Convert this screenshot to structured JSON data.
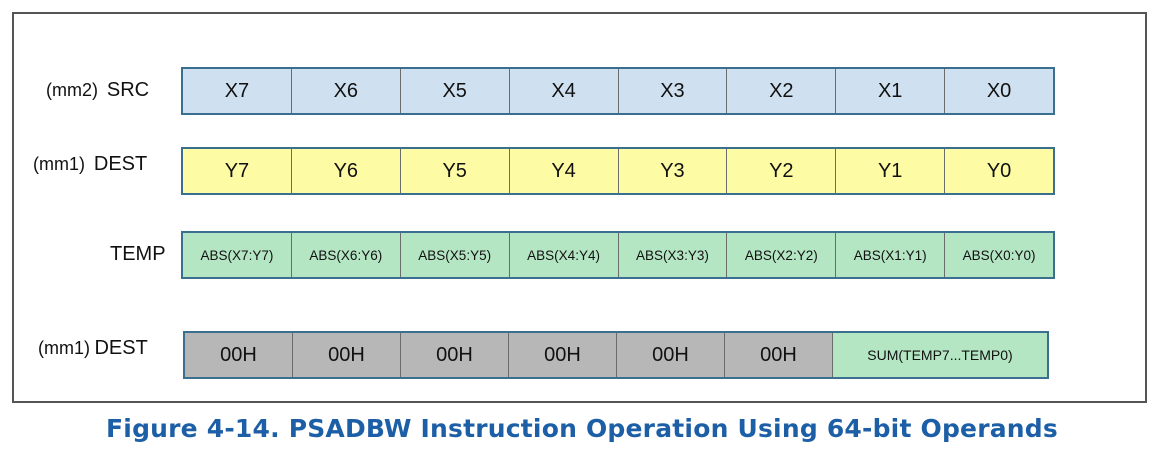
{
  "rows": {
    "src": {
      "sub": "(mm2)",
      "label": "SRC",
      "cells": [
        "X7",
        "X6",
        "X5",
        "X4",
        "X3",
        "X2",
        "X1",
        "X0"
      ]
    },
    "dest": {
      "sub": "(mm1)",
      "label": "DEST",
      "cells": [
        "Y7",
        "Y6",
        "Y5",
        "Y4",
        "Y3",
        "Y2",
        "Y1",
        "Y0"
      ]
    },
    "temp": {
      "sub": "",
      "label": "TEMP",
      "cells": [
        "ABS(X7:Y7)",
        "ABS(X6:Y6)",
        "ABS(X5:Y5)",
        "ABS(X4:Y4)",
        "ABS(X3:Y3)",
        "ABS(X2:Y2)",
        "ABS(X1:Y1)",
        "ABS(X0:Y0)"
      ]
    },
    "result": {
      "sub": "(mm1)",
      "label": "DEST",
      "cells": [
        "00H",
        "00H",
        "00H",
        "00H",
        "00H",
        "00H"
      ],
      "sum": "SUM(TEMP7...TEMP0)"
    }
  },
  "colors": {
    "src": "#cfe0f0",
    "dest": "#fdfba3",
    "temp": "#b4e6c4",
    "zero": "#b7b7b7",
    "caption": "#1d5fa6"
  },
  "caption": "Figure 4-14.  PSADBW Instruction Operation Using 64-bit Operands"
}
